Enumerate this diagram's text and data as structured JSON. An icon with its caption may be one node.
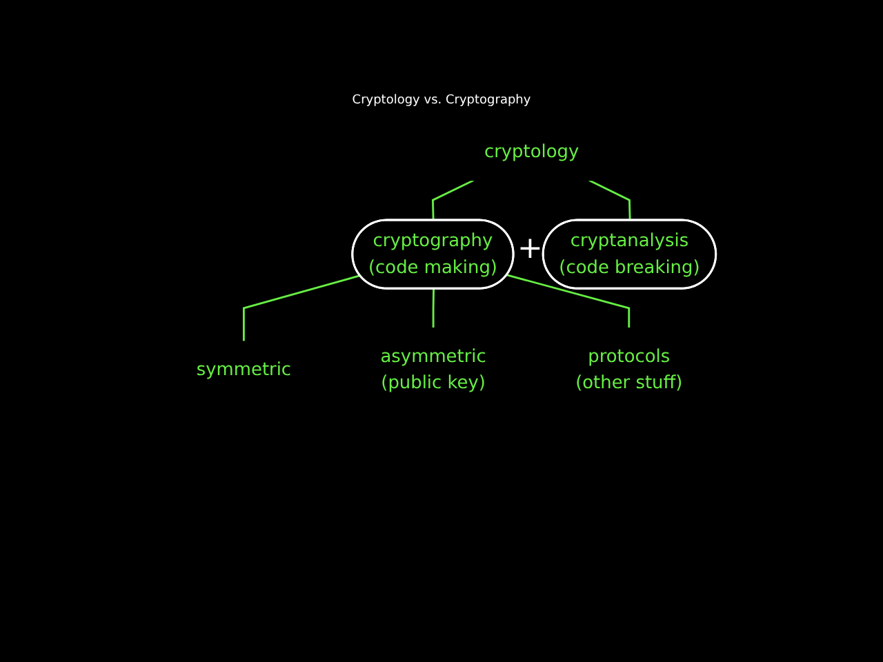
{
  "diagram": {
    "title": "Cryptology vs. Cryptography",
    "nodes": [
      {
        "text": [
          "cryptology"
        ]
      },
      {
        "text": [
          "cryptography",
          "(code making)"
        ]
      },
      {
        "text": [
          "cryptanalysis",
          "(code breaking)"
        ]
      },
      {
        "text": [
          "symmetric"
        ]
      },
      {
        "text": [
          "asymmetric",
          "(public key)"
        ]
      },
      {
        "text": [
          "protocols",
          "(other stuff)"
        ]
      }
    ],
    "edges": [
      {
        "from": 0,
        "to": 1,
        "arrow": "none"
      },
      {
        "from": 0,
        "to": 2,
        "arrow": "none"
      },
      {
        "from": 1,
        "to": 3,
        "arrow": "none"
      },
      {
        "from": 1,
        "to": 4,
        "arrow": "none"
      },
      {
        "from": 1,
        "to": 5,
        "arrow": "none"
      }
    ],
    "labels": [
      "+"
    ]
  }
}
